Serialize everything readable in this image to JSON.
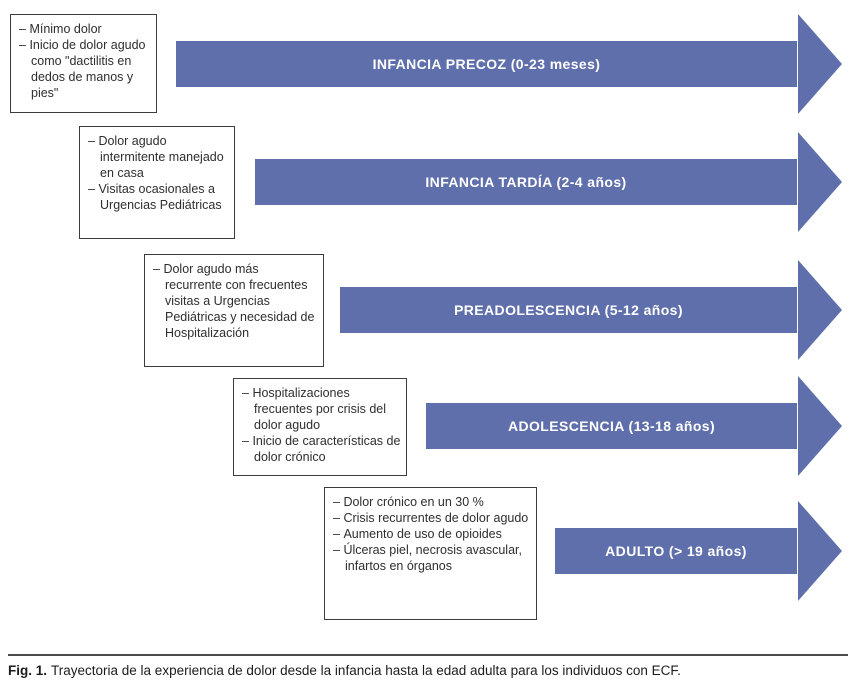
{
  "figure": {
    "caption_label": "Fig. 1.",
    "caption_text": "Trayectoria de la experiencia de dolor desde la infancia hasta la edad adulta para los individuos con ECF."
  },
  "colors": {
    "arrow_fill": "#5f6fac",
    "arrow_text": "#ffffff",
    "box_border": "#3c3c3c",
    "body_text": "#2e2e2e"
  },
  "rows": [
    {
      "label": "INFANCIA PRECOZ (0-23 meses)",
      "bullets": [
        "Mínimo dolor",
        "Inicio de dolor agudo como \"dactilitis en dedos de manos y pies\""
      ]
    },
    {
      "label": "INFANCIA TARDÍA (2-4 años)",
      "bullets": [
        "Dolor agudo intermitente manejado en casa",
        "Visitas ocasionales a Urgencias Pediátricas"
      ]
    },
    {
      "label": "PREADOLESCENCIA (5-12 años)",
      "bullets": [
        "Dolor agudo más recurrente con frecuentes visitas a Urgencias Pediátricas y necesidad de Hospitalización"
      ]
    },
    {
      "label": "ADOLESCENCIA (13-18 años)",
      "bullets": [
        "Hospitalizaciones frecuentes por crisis del dolor agudo",
        "Inicio de características de dolor crónico"
      ]
    },
    {
      "label": "ADULTO (> 19 años)",
      "bullets": [
        "Dolor crónico en un 30 %",
        "Crisis recurrentes de dolor agudo",
        "Aumento de uso de opioides",
        "Úlceras piel, necrosis avascular, infartos en órganos"
      ]
    }
  ]
}
